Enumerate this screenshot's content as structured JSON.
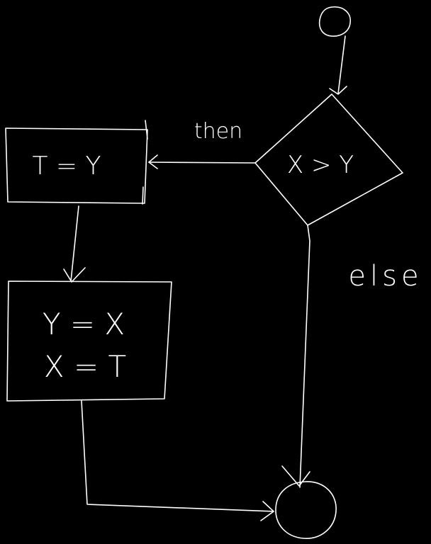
{
  "flowchart": {
    "decision": {
      "condition": "X > Y"
    },
    "edges": {
      "then_label": "then",
      "else_label": "else"
    },
    "process_1": {
      "line_1": "T = Y"
    },
    "process_2": {
      "line_1": "Y = X",
      "line_2": "X = T"
    }
  },
  "colors": {
    "background": "#000000",
    "ink": "#ffffff"
  }
}
